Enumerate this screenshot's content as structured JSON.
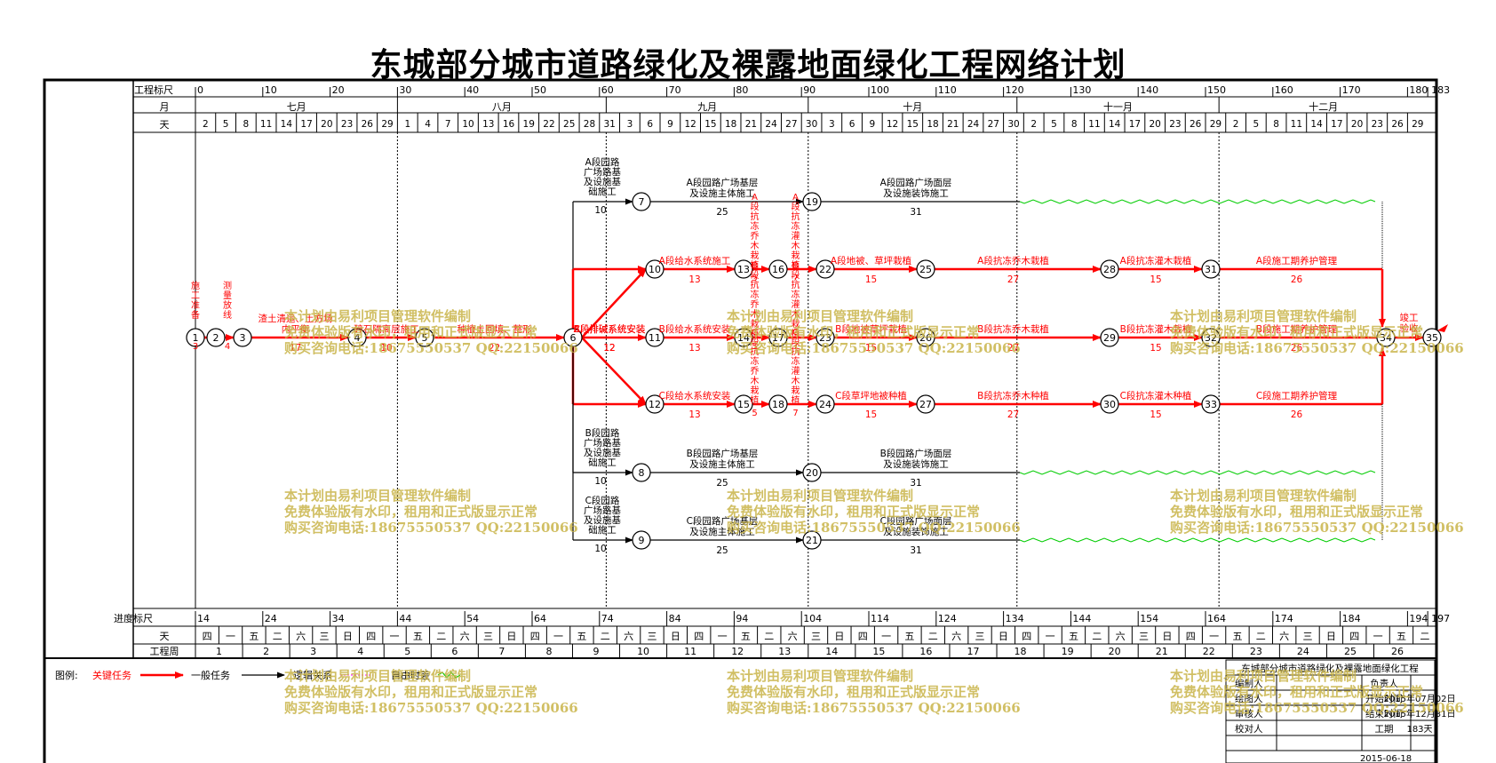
{
  "title": "东城部分城市道路绿化及裸露地面绿化工程网络计划",
  "header": {
    "scale_label": "工程标尺",
    "month_label": "月",
    "day_label": "天",
    "scale_ticks": [
      "0",
      "10",
      "20",
      "30",
      "40",
      "50",
      "60",
      "70",
      "80",
      "90",
      "100",
      "110",
      "120",
      "130",
      "140",
      "150",
      "160",
      "170",
      "180",
      "183"
    ],
    "months": [
      "七月",
      "八月",
      "九月",
      "十月",
      "十一月",
      "十二月"
    ],
    "days": [
      "2",
      "5",
      "8",
      "11",
      "14",
      "17",
      "20",
      "23",
      "26",
      "29",
      "1",
      "4",
      "7",
      "10",
      "13",
      "16",
      "19",
      "22",
      "25",
      "28",
      "31",
      "3",
      "6",
      "9",
      "12",
      "15",
      "18",
      "21",
      "24",
      "27",
      "30",
      "3",
      "6",
      "9",
      "12",
      "15",
      "18",
      "21",
      "24",
      "27",
      "30",
      "2",
      "5",
      "8",
      "11",
      "14",
      "17",
      "20",
      "23",
      "26",
      "29",
      "2",
      "5",
      "8",
      "11",
      "14",
      "17",
      "20",
      "23",
      "26",
      "29"
    ]
  },
  "footer": {
    "progress_label": "进度标尺",
    "day_label": "天",
    "week_label": "工程周",
    "progress_ticks": [
      "14",
      "24",
      "34",
      "44",
      "54",
      "64",
      "74",
      "84",
      "94",
      "104",
      "114",
      "124",
      "134",
      "144",
      "154",
      "164",
      "174",
      "184",
      "194",
      "197"
    ],
    "weekdays": [
      "四",
      "一",
      "五",
      "二",
      "六",
      "三",
      "日",
      "四",
      "一",
      "五",
      "二",
      "六",
      "三",
      "日",
      "四",
      "一",
      "五",
      "二",
      "六",
      "三",
      "日",
      "四",
      "一",
      "五",
      "二",
      "六",
      "三",
      "日",
      "四",
      "一",
      "五",
      "二",
      "六",
      "三",
      "日",
      "四",
      "一",
      "五",
      "二",
      "六",
      "三",
      "日",
      "四",
      "一",
      "五",
      "二",
      "六",
      "三",
      "日",
      "四",
      "一",
      "五",
      "二"
    ],
    "weeks": [
      "1",
      "2",
      "3",
      "4",
      "5",
      "6",
      "7",
      "8",
      "9",
      "10",
      "11",
      "12",
      "13",
      "14",
      "15",
      "16",
      "17",
      "18",
      "19",
      "20",
      "21",
      "22",
      "23",
      "24",
      "25",
      "26"
    ]
  },
  "legend": {
    "label": "图例:",
    "critical": "关键任务",
    "normal": "一般任务",
    "logic": "逻辑关系",
    "float": "自由时差"
  },
  "info": {
    "project": "东城部分城市道路绿化及裸露地面绿化工程",
    "rows": [
      [
        "编制人",
        "",
        "负责人",
        ""
      ],
      [
        "绘图人",
        "",
        "开始时间",
        "2015年07月02日"
      ],
      [
        "审核人",
        "",
        "结束时间",
        "2015年12月31日"
      ],
      [
        "校对人",
        "",
        "工期",
        "183天"
      ]
    ],
    "date": "2015-06-18"
  },
  "watermark": [
    "本计划由易利项目管理软件编制",
    "免费体验版有水印，租用和正式版显示正常",
    "购买咨询电话:18675550537 QQ:22150066"
  ],
  "colors": {
    "critical": "#ff0000",
    "normal": "#000000",
    "float": "#00cc00",
    "watermark": "#c9b54a"
  },
  "diagram": {
    "tasks": [
      {
        "name": "施工准备",
        "dur": "3"
      },
      {
        "name": "测量放线",
        "dur": "4"
      },
      {
        "name": "渣土清运、土方场内平衡",
        "dur": "17"
      },
      {
        "name": "碎石隔离层施工",
        "dur": "10"
      },
      {
        "name": "种植土回填、整形",
        "dur": "22"
      },
      {
        "name": "A段园路广场路基及设施基础施工",
        "dur": "10"
      },
      {
        "name": "A段园路广场基层及设施主体施工",
        "dur": "25"
      },
      {
        "name": "A段园路广场面层及设施装饰施工",
        "dur": "31"
      },
      {
        "name": "A段排碱系统安装",
        "dur": "12"
      },
      {
        "name": "A段给水系统施工",
        "dur": "13"
      },
      {
        "name": "A段抗冻乔木栽植",
        "dur": "5"
      },
      {
        "name": "A段抗冻灌木栽植",
        "dur": "7"
      },
      {
        "name": "A段地被、草坪栽植",
        "dur": "15"
      },
      {
        "name": "A段抗冻乔木栽植",
        "dur": "27"
      },
      {
        "name": "A段抗冻灌木栽植",
        "dur": "15"
      },
      {
        "name": "A段施工期养护管理",
        "dur": "26"
      },
      {
        "name": "B段排碱系统安装",
        "dur": "12"
      },
      {
        "name": "B段给水系统安装",
        "dur": "13"
      },
      {
        "name": "B段抗冻乔木栽植",
        "dur": "5"
      },
      {
        "name": "B段抗冻灌木栽植",
        "dur": "7"
      },
      {
        "name": "B段地被草坪栽植",
        "dur": "15"
      },
      {
        "name": "B段抗冻乔木栽植",
        "dur": "27"
      },
      {
        "name": "B段抗冻灌木栽植",
        "dur": "15"
      },
      {
        "name": "B段施工期养护管理",
        "dur": "26"
      },
      {
        "name": "C段排碱系统安装",
        "dur": "12"
      },
      {
        "name": "C段给水系统安装",
        "dur": "13"
      },
      {
        "name": "C段抗冻乔木栽植",
        "dur": "5"
      },
      {
        "name": "C段抗冻灌木栽植",
        "dur": "7"
      },
      {
        "name": "C段草坪地被种植",
        "dur": "15"
      },
      {
        "name": "B段抗冻乔木种植",
        "dur": "27"
      },
      {
        "name": "C段抗冻灌木种植",
        "dur": "15"
      },
      {
        "name": "C段施工期养护管理",
        "dur": "26"
      },
      {
        "name": "B段园路广场路基及设施基础施工",
        "dur": "10"
      },
      {
        "name": "B段园路广场基层及设施主体施工",
        "dur": "25"
      },
      {
        "name": "B段园路广场面层及设施装饰施工",
        "dur": "31"
      },
      {
        "name": "C段园路广场路基及设施基础施工",
        "dur": "10"
      },
      {
        "name": "C段园路广场基层及设施主体施工",
        "dur": "25"
      },
      {
        "name": "C段园路广场面层及设施装饰施工",
        "dur": "31"
      },
      {
        "name": "竣工验收",
        "dur": ""
      }
    ],
    "nodes": [
      "1",
      "2",
      "3",
      "4",
      "5",
      "6",
      "7",
      "8",
      "9",
      "10",
      "11",
      "12",
      "13",
      "14",
      "15",
      "16",
      "17",
      "18",
      "19",
      "20",
      "21",
      "22",
      "23",
      "24",
      "25",
      "26",
      "27",
      "28",
      "29",
      "30",
      "31",
      "32",
      "33",
      "34",
      "35"
    ]
  }
}
